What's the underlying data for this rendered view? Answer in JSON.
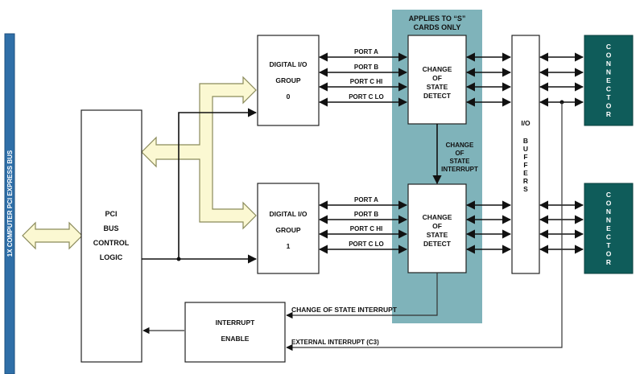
{
  "colors": {
    "bus": "#2f6fa8",
    "bus_edge": "#1d4f7e",
    "teal_zone": "#7fb3ba",
    "connector": "#0f5c5a",
    "fat_arrow_fill": "#fbf8d2",
    "fat_arrow_stroke": "#8a8a5a"
  },
  "bus_label": "1X COMPUTER PCI EXPRESS BUS",
  "teal_label": {
    "line1": "APPLIES TO “S”",
    "line2": "CARDS ONLY"
  },
  "pci_block": {
    "l1": "PCI",
    "l2": "BUS",
    "l3": "CONTROL",
    "l4": "LOGIC"
  },
  "group0": {
    "l1": "DIGITAL I/O",
    "l2": "GROUP",
    "l3": "0"
  },
  "group1": {
    "l1": "DIGITAL I/O",
    "l2": "GROUP",
    "l3": "1"
  },
  "cos0": {
    "l1": "CHANGE",
    "l2": "OF",
    "l3": "STATE",
    "l4": "DETECT"
  },
  "cos1": {
    "l1": "CHANGE",
    "l2": "OF",
    "l3": "STATE",
    "l4": "DETECT"
  },
  "cos_interrupt_mid": {
    "l1": "CHANGE",
    "l2": "OF",
    "l3": "STATE",
    "l4": "INTERRUPT"
  },
  "ports": [
    "PORT A",
    "PORT B",
    "PORT C HI",
    "PORT C LO"
  ],
  "io_buffers": {
    "l1": "I/O",
    "l2": "B",
    "l3": "U",
    "l4": "F",
    "l5": "F",
    "l6": "E",
    "l7": "R",
    "l8": "S"
  },
  "connector_letters": [
    "C",
    "O",
    "N",
    "N",
    "E",
    "C",
    "T",
    "O",
    "R"
  ],
  "interrupt_enable": {
    "l1": "INTERRUPT",
    "l2": "ENABLE"
  },
  "cos_interrupt_label": "CHANGE OF STATE INTERRUPT",
  "external_interrupt_label": "EXTERNAL INTERRUPT (C3)"
}
